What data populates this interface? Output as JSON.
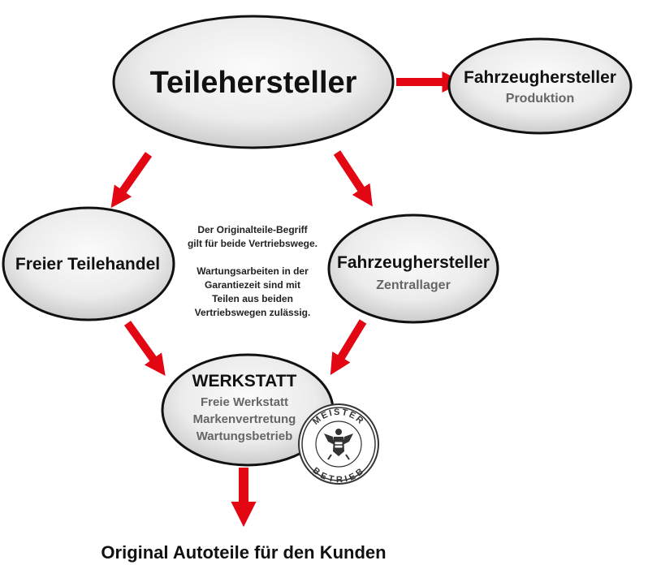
{
  "nodes": {
    "teilehersteller": {
      "label": "Teilehersteller"
    },
    "fahrzeughersteller_produktion": {
      "label": "Fahrzeughersteller",
      "sublabel": "Produktion"
    },
    "freier_teilehandel": {
      "label": "Freier Teilehandel"
    },
    "fahrzeughersteller_zentrallager": {
      "label": "Fahrzeughersteller",
      "sublabel": "Zentrallager"
    },
    "werkstatt": {
      "label": "WERKSTATT",
      "lines": [
        "Freie Werkstatt",
        "Markenvertretung",
        "Wartungsbetrieb"
      ]
    }
  },
  "note": {
    "lines": [
      "Der Originalteile-Begriff",
      "gilt für beide Vertriebswege.",
      "",
      "Wartungsarbeiten in der",
      "Garantiezeit sind mit",
      "Teilen aus beiden",
      "Vertriebswegen zulässig."
    ]
  },
  "seal": {
    "top_text": "MEISTER",
    "bottom_text": "BETRIEB"
  },
  "footer": {
    "text": "Original Autoteile für den Kunden"
  },
  "colors": {
    "arrow": "#e30613",
    "node_fill_light": "#f7f7f7",
    "node_fill_dark": "#c9c9c9",
    "label": "#111111",
    "sublabel": "#666666",
    "seal": "#333333"
  }
}
